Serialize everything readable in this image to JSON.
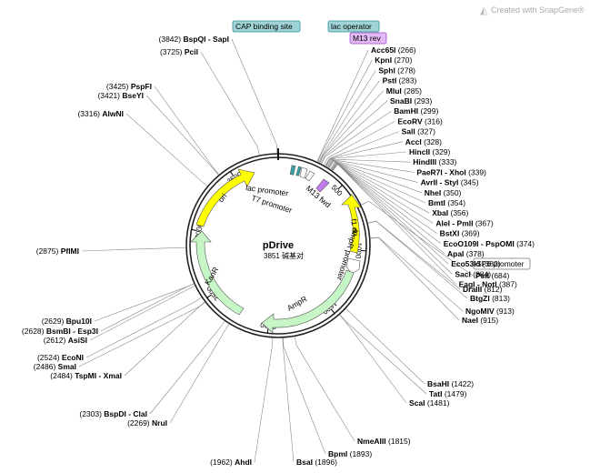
{
  "credit": "Created with SnapGene®",
  "plasmid": {
    "name": "pDrive",
    "size_text": "3851",
    "size_suffix": "碱基对",
    "total_bp": 3851
  },
  "ticks": [
    "500",
    "1000",
    "1500",
    "2000",
    "2500",
    "3000",
    "3500"
  ],
  "boxes": [
    {
      "text": "CAP binding site",
      "style": "teal"
    },
    {
      "text": "lac operator",
      "style": "teal"
    },
    {
      "text": "M13 rev",
      "style": "purple"
    },
    {
      "text": "SP6 promoter",
      "style": "white"
    }
  ],
  "features": [
    {
      "label": "lac promoter",
      "color": "#ffffff"
    },
    {
      "label": "T7 promoter",
      "color": "#ffffff"
    },
    {
      "label": "M13 fwd",
      "color": "#c27cf2"
    },
    {
      "label": "f1 ori",
      "color": "#ffff00"
    },
    {
      "label": "AmpR promoter",
      "color": "#ffffff"
    },
    {
      "label": "AmpR",
      "color": "#c6f5c6"
    },
    {
      "label": "KanR",
      "color": "#c6f5c6"
    },
    {
      "label": "ori",
      "color": "#ffff00"
    }
  ],
  "enzymes_right": [
    {
      "name": "Acc65I",
      "pos": "(266)"
    },
    {
      "name": "KpnI",
      "pos": "(270)"
    },
    {
      "name": "SphI",
      "pos": "(278)"
    },
    {
      "name": "PstI",
      "pos": "(283)"
    },
    {
      "name": "MluI",
      "pos": "(285)"
    },
    {
      "name": "SnaBI",
      "pos": "(293)"
    },
    {
      "name": "BamHI",
      "pos": "(299)"
    },
    {
      "name": "EcoRV",
      "pos": "(316)"
    },
    {
      "name": "SalI",
      "pos": "(327)"
    },
    {
      "name": "AccI",
      "pos": "(328)"
    },
    {
      "name": "HincII",
      "pos": "(329)"
    },
    {
      "name": "HindIII",
      "pos": "(333)"
    },
    {
      "name": "PaeR7I - XhoI",
      "pos": "(339)"
    },
    {
      "name": "AvrII - StyI",
      "pos": "(345)"
    },
    {
      "name": "NheI",
      "pos": "(350)"
    },
    {
      "name": "BmtI",
      "pos": "(354)"
    },
    {
      "name": "XbaI",
      "pos": "(356)"
    },
    {
      "name": "AleI - PmlI",
      "pos": "(367)"
    },
    {
      "name": "BstXI",
      "pos": "(369)"
    },
    {
      "name": "EcoO109I - PspOMI",
      "pos": "(374)"
    },
    {
      "name": "ApaI",
      "pos": "(378)"
    },
    {
      "name": "Eco53kI",
      "pos": "(382)"
    },
    {
      "name": "SacI",
      "pos": "(384)"
    },
    {
      "name": "EagI - NotI",
      "pos": "(387)"
    }
  ],
  "enzymes_right_lower": [
    {
      "name": "PsiI",
      "pos": "(684)"
    },
    {
      "name": "DraIII",
      "pos": "(812)"
    },
    {
      "name": "BtgZI",
      "pos": "(813)"
    },
    {
      "name": "NgoMIV",
      "pos": "(913)"
    },
    {
      "name": "NaeI",
      "pos": "(915)"
    },
    {
      "name": "BsaHI",
      "pos": "(1422)"
    },
    {
      "name": "TatI",
      "pos": "(1479)"
    },
    {
      "name": "ScaI",
      "pos": "(1481)"
    },
    {
      "name": "NmeAIII",
      "pos": "(1815)"
    },
    {
      "name": "BpmI",
      "pos": "(1893)"
    },
    {
      "name": "BsaI",
      "pos": "(1896)"
    }
  ],
  "enzymes_left": [
    {
      "name": "BspQI - SapI",
      "pos": "(3842)"
    },
    {
      "name": "PciI",
      "pos": "(3725)"
    },
    {
      "name": "PspFI",
      "pos": "(3425)"
    },
    {
      "name": "BseYI",
      "pos": "(3421)"
    },
    {
      "name": "AlwNI",
      "pos": "(3316)"
    },
    {
      "name": "PflMI",
      "pos": "(2875)"
    },
    {
      "name": "Bpu10I",
      "pos": "(2629)"
    },
    {
      "name": "BsmBI - Esp3I",
      "pos": "(2628)"
    },
    {
      "name": "AsiSI",
      "pos": "(2612)"
    },
    {
      "name": "EcoNI",
      "pos": "(2524)"
    },
    {
      "name": "SmaI",
      "pos": "(2486)"
    },
    {
      "name": "TspMI - XmaI",
      "pos": "(2484)"
    },
    {
      "name": "BspDI - ClaI",
      "pos": "(2303)"
    },
    {
      "name": "NruI",
      "pos": "(2269)"
    },
    {
      "name": "AhdI",
      "pos": "(1962)"
    }
  ]
}
